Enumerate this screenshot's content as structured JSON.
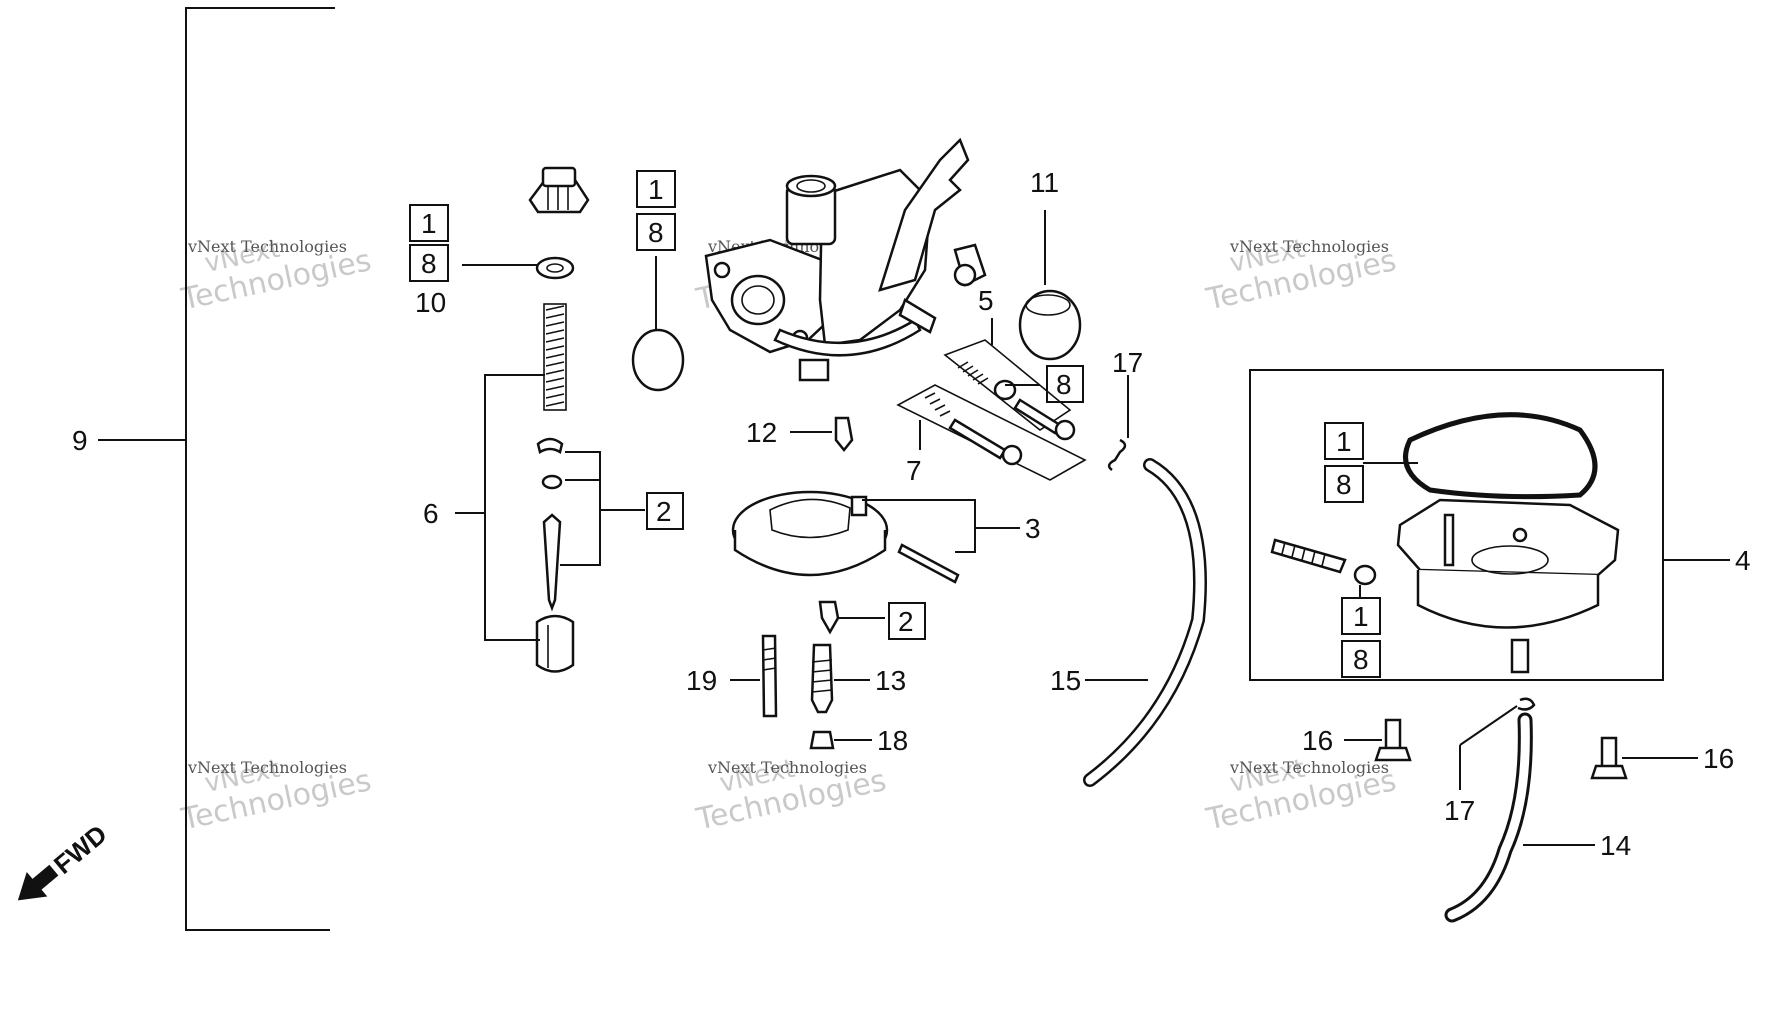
{
  "labels": {
    "l9": "9",
    "l10": "10",
    "l6": "6",
    "l12": "12",
    "l7": "7",
    "l5": "5",
    "l11": "11",
    "l3": "3",
    "l17a": "17",
    "l15": "15",
    "l4": "4",
    "l19": "19",
    "l13": "13",
    "l18": "18",
    "l16a": "16",
    "l16b": "16",
    "l17b": "17",
    "l14": "14"
  },
  "boxes": {
    "b1a": "1",
    "b8a": "8",
    "b1b": "1",
    "b8b": "8",
    "b2a": "2",
    "b2b": "2",
    "b8c": "8",
    "b1c": "1",
    "b8d": "8",
    "b1d": "1",
    "b8e": "8"
  },
  "watermark": {
    "line1": "vNext",
    "line2": "Technologies",
    "small": "vNext Technologies"
  },
  "fwd": "FWD"
}
